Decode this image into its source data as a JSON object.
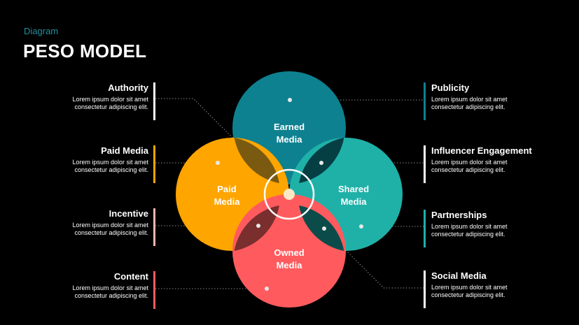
{
  "header": {
    "kicker": "Diagram",
    "title": "PESO MODEL"
  },
  "circles": {
    "earned": {
      "line1": "Earned",
      "line2": "Media",
      "color": "#0e8190"
    },
    "paid": {
      "line1": "Paid",
      "line2": "Media",
      "color": "#ffa500"
    },
    "shared": {
      "line1": "Shared",
      "line2": "Media",
      "color": "#1fb1a8"
    },
    "owned": {
      "line1": "Owned",
      "line2": "Media",
      "color": "#ff5b5e"
    }
  },
  "left_items": [
    {
      "title": "Authority",
      "line1": "Lorem ipsum dolor sit amet",
      "line2": "consectetur adipiscing elit.",
      "bar_color": "#ffffff"
    },
    {
      "title": "Paid Media",
      "line1": "Lorem ipsum dolor sit amet",
      "line2": "consectetur adipiscing elit.",
      "bar_color": "#ffa500"
    },
    {
      "title": "Incentive",
      "line1": "Lorem ipsum dolor sit amet",
      "line2": "consectetur adipiscing elit.",
      "bar_color": "#f4b6ad"
    },
    {
      "title": "Content",
      "line1": "Lorem ipsum dolor sit amet",
      "line2": "consectetur adipiscing elit.",
      "bar_color": "#ff5b5e"
    }
  ],
  "right_items": [
    {
      "title": "Publicity",
      "line1": "Lorem ipsum dolor sit amet",
      "line2": "consectetur adipiscing elit.",
      "bar_color": "#0e8190"
    },
    {
      "title": "Influencer Engagement",
      "line1": "Lorem ipsum dolor sit amet",
      "line2": "consectetur adipiscing elit.",
      "bar_color": "#ffffff"
    },
    {
      "title": "Partnerships",
      "line1": "Lorem ipsum dolor sit amet",
      "line2": "consectetur adipiscing elit.",
      "bar_color": "#1fb1a8"
    },
    {
      "title": "Social Media",
      "line1": "Lorem ipsum dolor sit amet",
      "line2": "consectetur adipiscing elit.",
      "bar_color": "#ffffff"
    }
  ]
}
